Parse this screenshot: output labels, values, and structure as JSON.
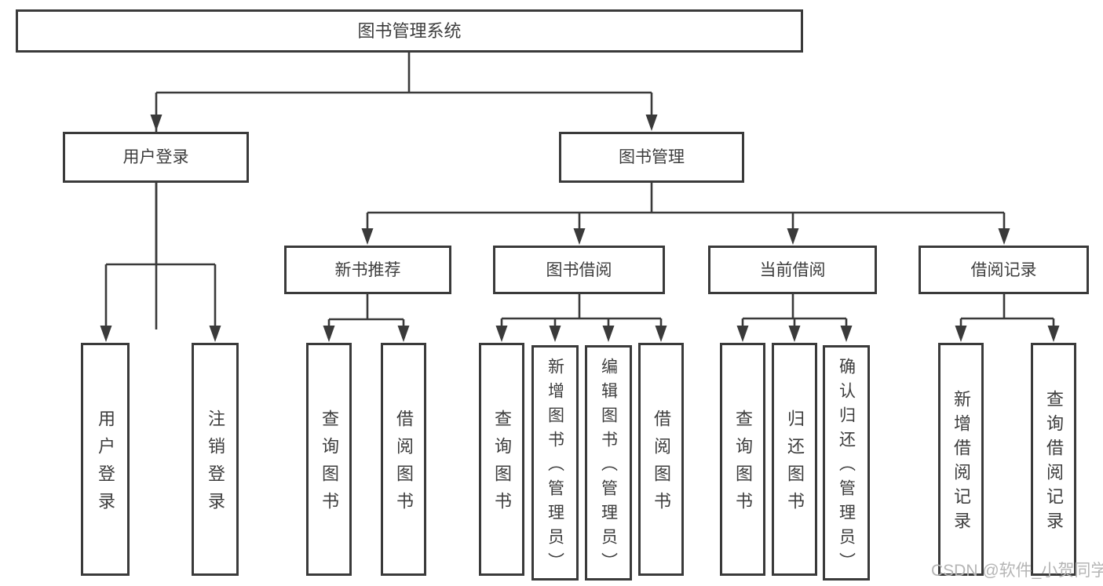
{
  "colors": {
    "line": "#3a3a3a",
    "text": "#3d3d3d",
    "watermark": "#b5b5b5",
    "background": "#ffffff"
  },
  "diagram": {
    "root": {
      "label": "图书管理系统"
    },
    "user_login": {
      "label": "用户登录",
      "children": [
        {
          "label": "用户登录"
        },
        {
          "label": "注销登录"
        }
      ]
    },
    "book_management": {
      "label": "图书管理",
      "sections": {
        "new_book": {
          "label": "新书推荐",
          "children": [
            {
              "label": "查询图书"
            },
            {
              "label": "借阅图书"
            }
          ]
        },
        "borrow": {
          "label": "图书借阅",
          "children": [
            {
              "label": "查询图书"
            },
            {
              "label": "新增图书（管理员）"
            },
            {
              "label": "编辑图书（管理员）"
            },
            {
              "label": "借阅图书"
            }
          ]
        },
        "current": {
          "label": "当前借阅",
          "children": [
            {
              "label": "查询图书"
            },
            {
              "label": "归还图书"
            },
            {
              "label": "确认归还（管理员）"
            }
          ]
        },
        "records": {
          "label": "借阅记录",
          "children": [
            {
              "label": "新增借阅记录"
            },
            {
              "label": "查询借阅记录"
            }
          ]
        }
      }
    }
  },
  "watermark": {
    "text": "CSDN @软件_小贺同学"
  }
}
